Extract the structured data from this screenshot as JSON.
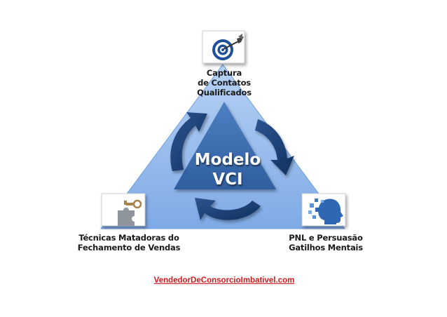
{
  "diagram": {
    "center": {
      "line1": "Modelo",
      "line2": "VCI"
    },
    "nodes": {
      "top": {
        "line1": "Captura",
        "line2": "de Contatos",
        "line3": "Qualificados",
        "icon": "target-dart-icon"
      },
      "left": {
        "line1": "Técnicas Matadoras do",
        "line2": "Fechamento de Vendas",
        "icon": "puzzle-key-icon"
      },
      "right": {
        "line1": "PNL e Persuasão",
        "line2": "Gatilhos Mentais",
        "icon": "head-puzzle-icon"
      }
    },
    "cycle_arrows": [
      "arrow-left-to-top-icon",
      "arrow-top-to-right-icon",
      "arrow-right-to-left-icon"
    ]
  },
  "footer": {
    "link_text": "VendedorDeConsorcioImbativel.com"
  },
  "colors": {
    "outer_triangle": "#8fb8ec",
    "inner_triangle": "#3f6fb4",
    "arrow": "#173a6e",
    "link": "#d11a1a"
  }
}
